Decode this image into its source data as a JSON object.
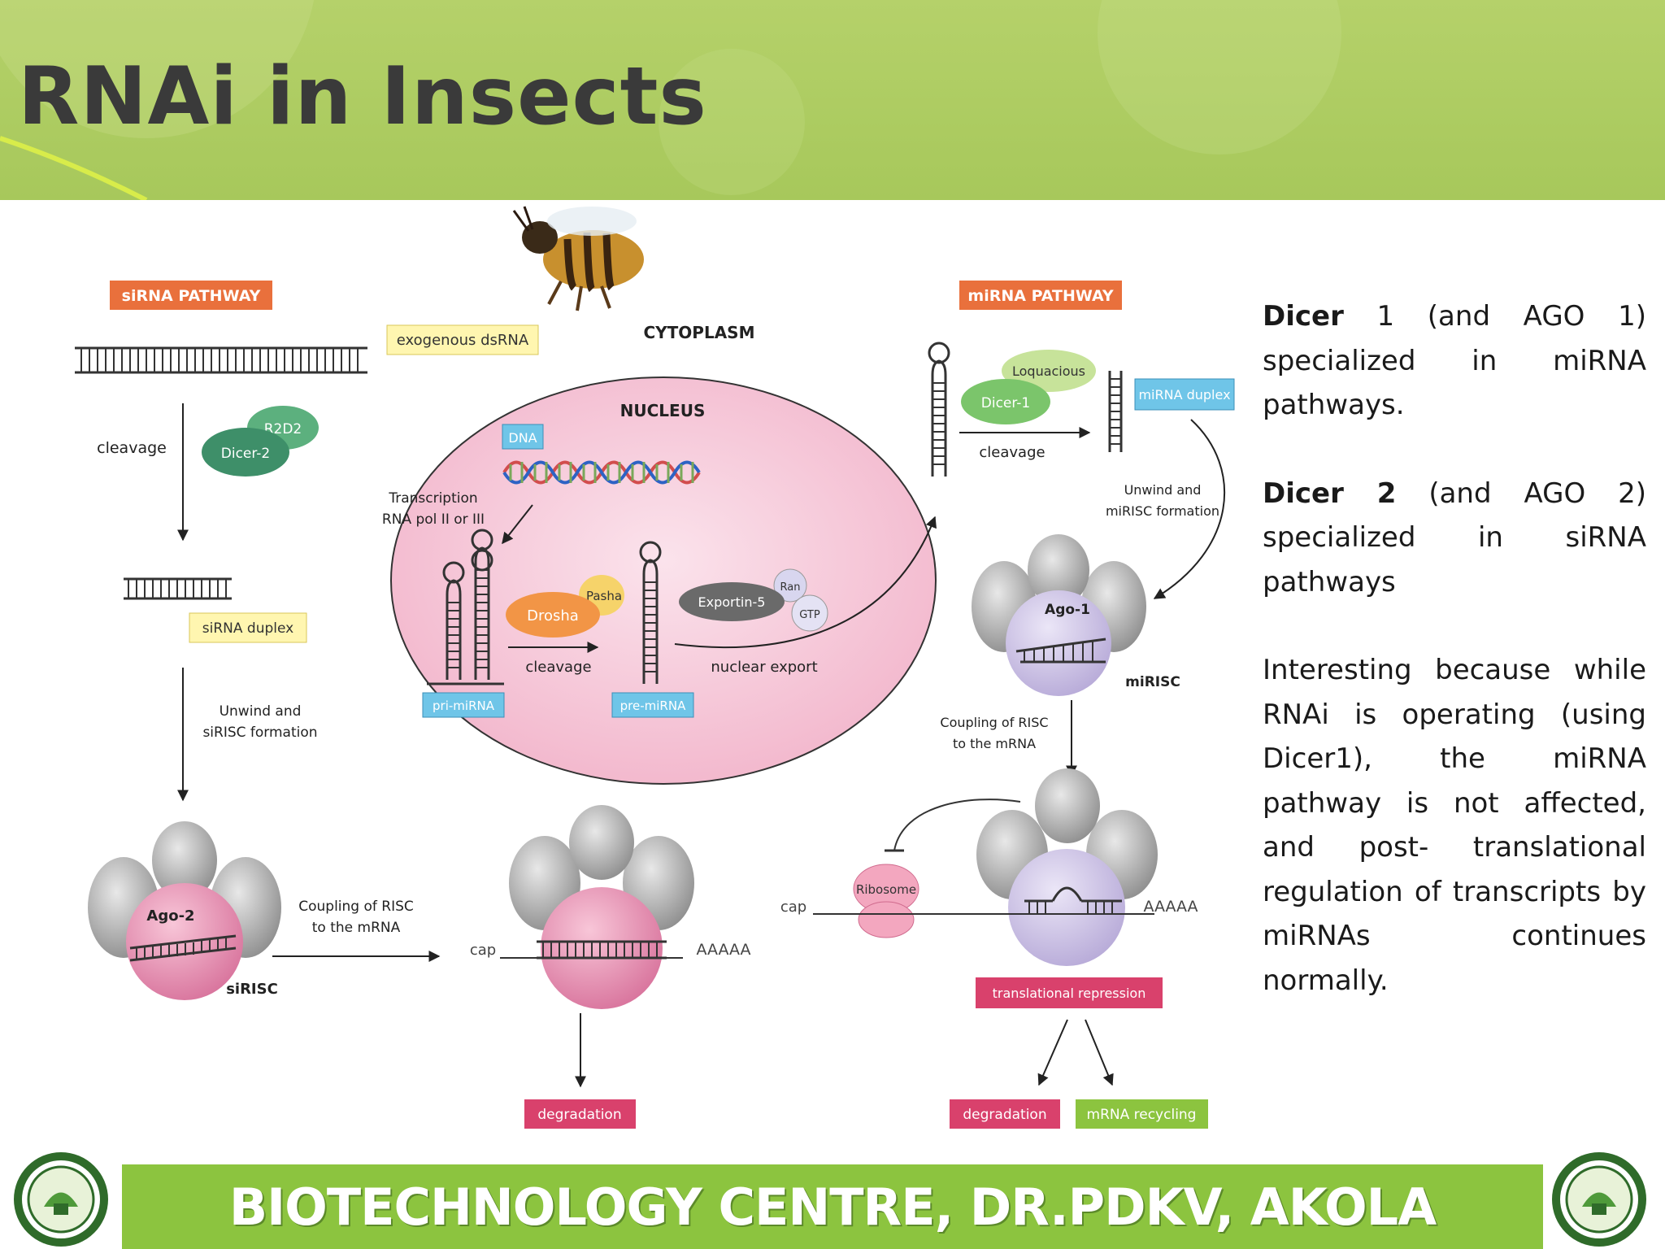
{
  "slide": {
    "title": "RNAi in Insects",
    "footer": "BIOTECHNOLOGY CENTRE, DR.PDKV, AKOLA",
    "colors": {
      "header_green": "#b5d16a",
      "footer_green": "#8cc43f",
      "title_text": "#3a3a3a"
    },
    "logo_icon": "university-emblem-icon"
  },
  "diagram": {
    "sirna_pathway_label": "siRNA PATHWAY",
    "mirna_pathway_label": "miRNA PATHWAY",
    "cytoplasm": "CYTOPLASM",
    "nucleus": "NUCLEUS",
    "exogenous_dsrna": "exogenous dsRNA",
    "dna": "DNA",
    "r2d2": "R2D2",
    "dicer2": "Dicer-2",
    "cleavage": "cleavage",
    "sirna_duplex": "siRNA duplex",
    "unwind_sirisc_1": "Unwind and",
    "unwind_sirisc_2": "siRISC formation",
    "ago2": "Ago-2",
    "sirisc": "siRISC",
    "coupling_1": "Coupling of RISC",
    "coupling_2": "to the mRNA",
    "cap": "cap",
    "polya": "AAAAA",
    "degradation": "degradation",
    "transcription_1": "Transcription",
    "transcription_2": "RNA pol II or III",
    "drosha": "Drosha",
    "pasha": "Pasha",
    "pri_mirna": "pri-miRNA",
    "pre_mirna": "pre-miRNA",
    "exportin5": "Exportin-5",
    "ran": "Ran",
    "gtp": "GTP",
    "nuclear_export": "nuclear export",
    "loquacious": "Loquacious",
    "dicer1": "Dicer-1",
    "mirna_duplex": "miRNA duplex",
    "unwind_mirisc_1": "Unwind and",
    "unwind_mirisc_2": "miRISC formation",
    "ago1": "Ago-1",
    "mirisc": "miRISC",
    "ribosome": "Ribosome",
    "translational_repression": "translational repression",
    "mrna_recycling": "mRNA recycling",
    "bee_icon": "honeybee-icon"
  },
  "side_text": {
    "p1_bold": "Dicer",
    "p1_rest": " 1 (and AGO 1) specialized in miRNA pathways.",
    "p2_bold": "Dicer 2",
    "p2_rest": " (and AGO 2) specialized in siRNA pathways",
    "p3": "Interesting because while RNAi is operating (using Dicer1), the miRNA pathway is not affected, and post- translational regulation of transcripts by miRNAs continues normally."
  }
}
